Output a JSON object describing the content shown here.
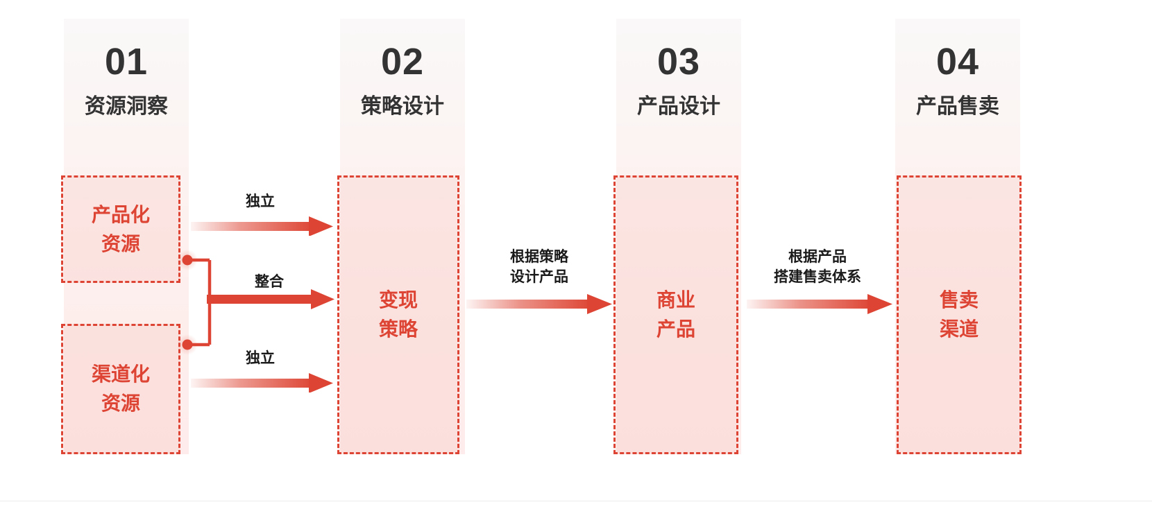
{
  "diagram": {
    "accent_color": "#dd4433",
    "header_text_color": "#333333",
    "label_text_color": "#1a1a1a",
    "stages": [
      {
        "number": "01",
        "title": "资源洞察"
      },
      {
        "number": "02",
        "title": "策略设计"
      },
      {
        "number": "03",
        "title": "产品设计"
      },
      {
        "number": "04",
        "title": "产品售卖"
      }
    ],
    "nodes": {
      "productized_resource": {
        "line1": "产品化",
        "line2": "资源"
      },
      "channelized_resource": {
        "line1": "渠道化",
        "line2": "资源"
      },
      "monetization_strategy": {
        "line1": "变现",
        "line2": "策略"
      },
      "business_product": {
        "line1": "商业",
        "line2": "产品"
      },
      "sales_channel": {
        "line1": "售卖",
        "line2": "渠道"
      }
    },
    "connectors": {
      "top_independent": "独立",
      "middle_integrate": "整合",
      "bottom_independent": "独立",
      "stage2_to_3_line1": "根据策略",
      "stage2_to_3_line2": "设计产品",
      "stage3_to_4_line1": "根据产品",
      "stage3_to_4_line2": "搭建售卖体系"
    }
  }
}
